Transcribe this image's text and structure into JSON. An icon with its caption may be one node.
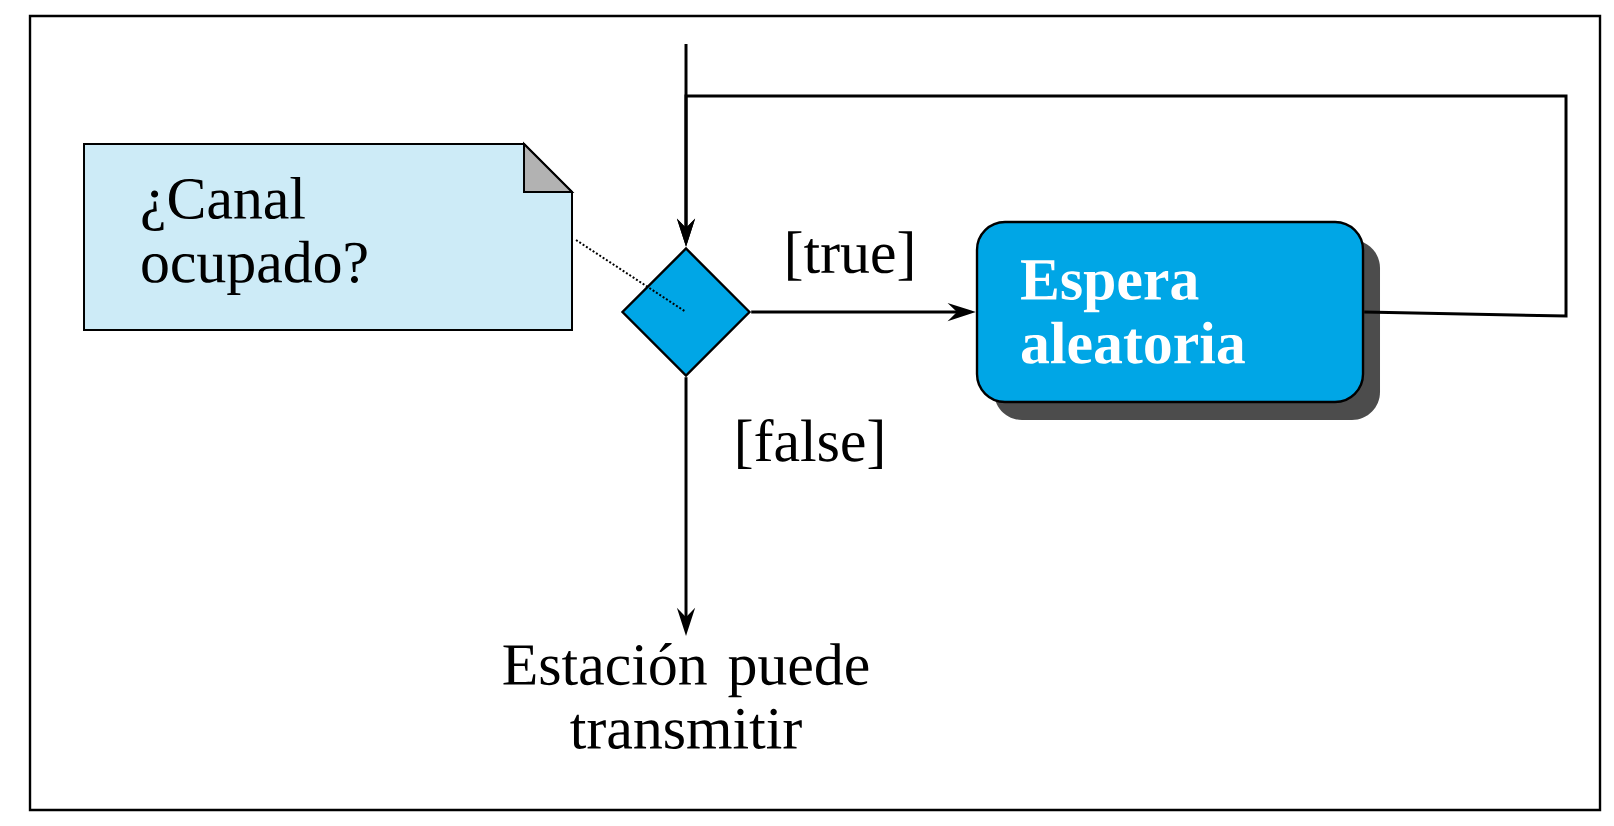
{
  "diagram": {
    "nodes": [
      {
        "text": [
          "¿Canal ocupado?"
        ]
      },
      {
        "text": [],
        "shape": "diamond"
      },
      {
        "text": [
          "Espera aleatoria"
        ]
      },
      {
        "text": [
          "Estación puede transmitir"
        ]
      }
    ],
    "edges": [
      {
        "from": null,
        "to": 1,
        "arrow": "to"
      },
      {
        "from": 1,
        "to": 2,
        "arrow": "to",
        "label": "[true]"
      },
      {
        "from": 2,
        "to": 1,
        "arrow": "to"
      },
      {
        "from": 1,
        "to": 3,
        "arrow": "to",
        "label": "[false]"
      },
      {
        "from": 0,
        "to": 1,
        "arrow": "none",
        "style": "dashed"
      }
    ]
  }
}
